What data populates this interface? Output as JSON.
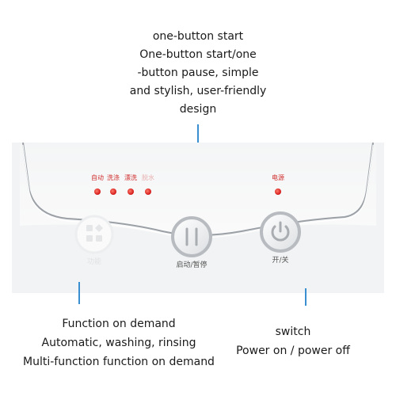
{
  "captions": {
    "top": [
      "one-button start",
      "One-button start/one",
      "-button pause, simple",
      "and stylish, user-friendly",
      "design"
    ],
    "left": [
      "Function on demand",
      "Automatic, washing, rinsing",
      "Multi-function function on demand"
    ],
    "right": [
      "switch",
      "Power on / power off"
    ]
  },
  "panel": {
    "indicator_labels": [
      "自动",
      "洗涤",
      "漂洗",
      "脱水"
    ],
    "power_label": "电源",
    "function_button_label": "功能",
    "start_pause_label": "启动/暂停",
    "power_button_label": "开/关"
  },
  "colors": {
    "led": "#e02020",
    "leader_line": "#3a8fd0",
    "bezel": "#9aa0a6"
  },
  "icons": {
    "function": "function-grid-icon",
    "start_pause": "pause-icon",
    "power": "power-icon"
  }
}
